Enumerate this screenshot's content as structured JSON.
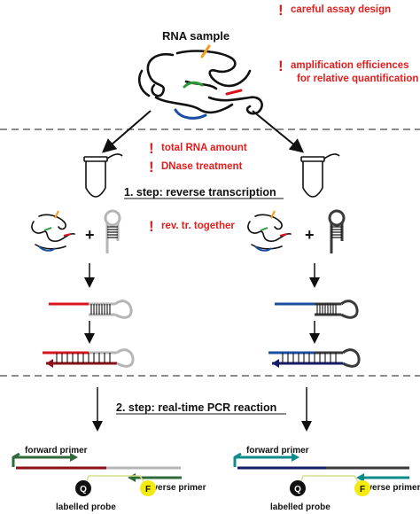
{
  "title": "RNA sample",
  "notes": {
    "careful": "careful assay design",
    "amp_line1": "amplification efficiences",
    "amp_line2": "for relative quantification",
    "total_rna": "total RNA amount",
    "dnase": "DNase treatment",
    "revtr": "rev. tr. together"
  },
  "exclamation": "!",
  "steps": {
    "step1": "1. step: reverse transcription",
    "step2": "2. step: real-time PCR reaction"
  },
  "plus": "+",
  "labels": {
    "forward_left": "forward primer",
    "reverse_left": "reverse primer",
    "probe_left": "labelled probe",
    "forward_right": "forward primer",
    "reverse_right": "reverse primer",
    "probe_right": "labelled probe",
    "q_left": "Q",
    "f_left": "F",
    "q_right": "Q",
    "f_right": "F"
  },
  "colors": {
    "accent_red": "#e41d1d",
    "strand_red": "#d8141e",
    "strand_darkred": "#8b0f16",
    "strand_blue": "#1a4fa0",
    "strand_navy": "#151a6a",
    "primer_green": "#2f6b3a",
    "primer_teal": "#0e8c8c",
    "fluor_yellow": "#f4ea10",
    "loop_grey": "#b5b5b5",
    "loop_dark": "#3a3a3a"
  }
}
